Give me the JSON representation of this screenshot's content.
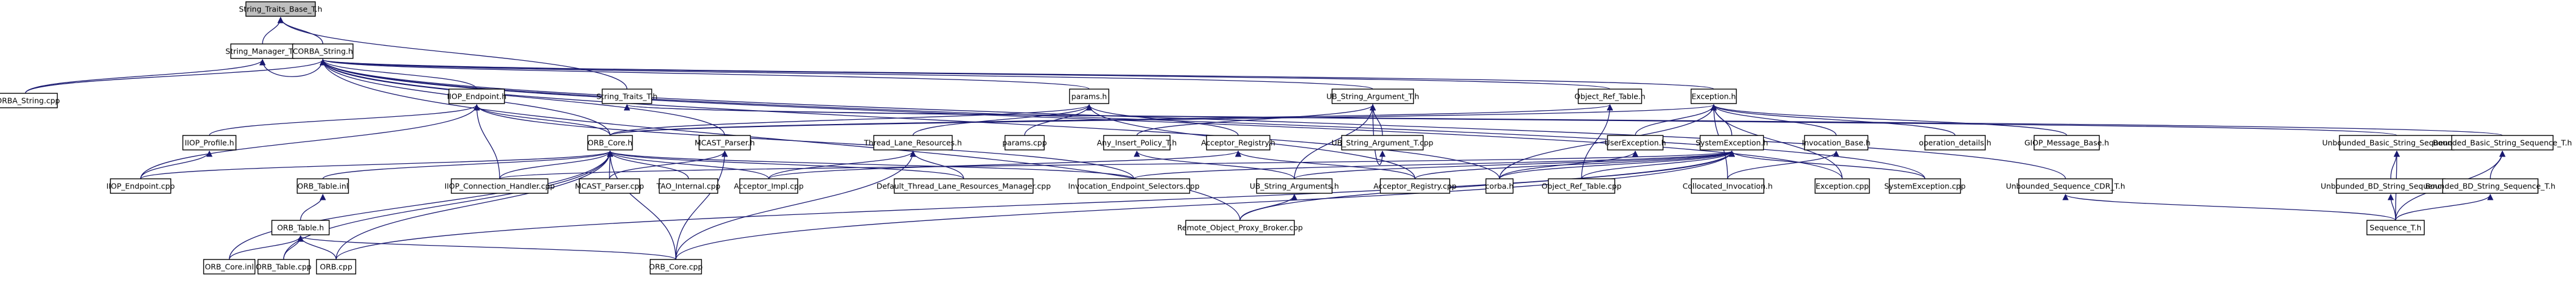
{
  "nodes": [
    {
      "id": "n0",
      "label": "String_Traits_Base_T.h",
      "style": "root"
    },
    {
      "id": "n1",
      "label": "String_Manager_T.h",
      "style": "normal"
    },
    {
      "id": "n2",
      "label": "CORBA_String.h",
      "style": "normal"
    },
    {
      "id": "n3",
      "label": "String_Traits_T.h",
      "style": "normal"
    },
    {
      "id": "n4",
      "label": "CORBA_String.cpp",
      "style": "normal"
    },
    {
      "id": "n5",
      "label": "IIOP_Endpoint.h",
      "style": "normal"
    },
    {
      "id": "n6",
      "label": "params.h",
      "style": "normal"
    },
    {
      "id": "n7",
      "label": "UB_String_Argument_T.h",
      "style": "normal"
    },
    {
      "id": "n8",
      "label": "Object_Ref_Table.h",
      "style": "normal"
    },
    {
      "id": "n9",
      "label": "Exception.h",
      "style": "normal"
    },
    {
      "id": "n10",
      "label": "Unbounded_Basic_String_Sequence_T.h",
      "style": "normal"
    },
    {
      "id": "n11",
      "label": "Bounded_Basic_String_Sequence_T.h",
      "style": "normal"
    },
    {
      "id": "n12",
      "label": "IIOP_Profile.h",
      "style": "red"
    },
    {
      "id": "n13",
      "label": "ORB_Core.h",
      "style": "red"
    },
    {
      "id": "n14",
      "label": "MCAST_Parser.h",
      "style": "normal"
    },
    {
      "id": "n15",
      "label": "Thread_Lane_Resources.h",
      "style": "red"
    },
    {
      "id": "n16",
      "label": "params.cpp",
      "style": "normal"
    },
    {
      "id": "n17",
      "label": "Any_Insert_Policy_T.h",
      "style": "red"
    },
    {
      "id": "n18",
      "label": "Acceptor_Registry.h",
      "style": "red"
    },
    {
      "id": "n19",
      "label": "UB_String_Argument_T.cpp",
      "style": "normal"
    },
    {
      "id": "n20",
      "label": "UserException.h",
      "style": "red"
    },
    {
      "id": "n21",
      "label": "SystemException.h",
      "style": "red"
    },
    {
      "id": "n22",
      "label": "Invocation_Base.h",
      "style": "red"
    },
    {
      "id": "n23",
      "label": "operation_details.h",
      "style": "red"
    },
    {
      "id": "n24",
      "label": "GIOP_Message_Base.h",
      "style": "red"
    },
    {
      "id": "n25",
      "label": "IIOP_Endpoint.cpp",
      "style": "normal"
    },
    {
      "id": "n26",
      "label": "ORB_Table.inl",
      "style": "normal"
    },
    {
      "id": "n27",
      "label": "IIOP_Connection_Handler.cpp",
      "style": "normal"
    },
    {
      "id": "n28",
      "label": "MCAST_Parser.cpp",
      "style": "normal"
    },
    {
      "id": "n29",
      "label": "TAO_Internal.cpp",
      "style": "normal"
    },
    {
      "id": "n30",
      "label": "Acceptor_Impl.cpp",
      "style": "red"
    },
    {
      "id": "n31",
      "label": "Default_Thread_Lane_Resources_Manager.cpp",
      "style": "normal"
    },
    {
      "id": "n32",
      "label": "Invocation_Endpoint_Selectors.cpp",
      "style": "normal"
    },
    {
      "id": "n33",
      "label": "UB_String_Arguments.h",
      "style": "red"
    },
    {
      "id": "n34",
      "label": "Acceptor_Registry.cpp",
      "style": "normal"
    },
    {
      "id": "n35",
      "label": "corba.h",
      "style": "normal"
    },
    {
      "id": "n36",
      "label": "Object_Ref_Table.cpp",
      "style": "normal"
    },
    {
      "id": "n37",
      "label": "Collocated_Invocation.h",
      "style": "red"
    },
    {
      "id": "n38",
      "label": "Exception.cpp",
      "style": "normal"
    },
    {
      "id": "n39",
      "label": "SystemException.cpp",
      "style": "normal"
    },
    {
      "id": "n40",
      "label": "Unbounded_Sequence_CDR_T.h",
      "style": "normal"
    },
    {
      "id": "n41",
      "label": "Unbounded_BD_String_Sequence_T.h",
      "style": "normal"
    },
    {
      "id": "n42",
      "label": "Bounded_BD_String_Sequence_T.h",
      "style": "normal"
    },
    {
      "id": "n43",
      "label": "ORB_Table.h",
      "style": "normal"
    },
    {
      "id": "n44",
      "label": "Remote_Object_Proxy_Broker.cpp",
      "style": "normal"
    },
    {
      "id": "n45",
      "label": "Sequence_T.h",
      "style": "red"
    },
    {
      "id": "n46",
      "label": "ORB_Core.inl",
      "style": "normal"
    },
    {
      "id": "n47",
      "label": "ORB_Table.cpp",
      "style": "normal"
    },
    {
      "id": "n48",
      "label": "ORB.cpp",
      "style": "normal"
    },
    {
      "id": "n49",
      "label": "ORB_Core.cpp",
      "style": "normal"
    }
  ],
  "edges": [
    [
      "n1",
      "n0"
    ],
    [
      "n2",
      "n0"
    ],
    [
      "n3",
      "n0"
    ],
    [
      "n4",
      "n1"
    ],
    [
      "n2",
      "n1"
    ],
    [
      "n4",
      "n2"
    ],
    [
      "n5",
      "n2"
    ],
    [
      "n6",
      "n2"
    ],
    [
      "n7",
      "n2"
    ],
    [
      "n8",
      "n2"
    ],
    [
      "n9",
      "n2"
    ],
    [
      "n13",
      "n2"
    ],
    [
      "n14",
      "n2"
    ],
    [
      "n35",
      "n2"
    ],
    [
      "n44",
      "n2"
    ],
    [
      "n40",
      "n2"
    ],
    [
      "n39",
      "n2"
    ],
    [
      "n38",
      "n2"
    ],
    [
      "n10",
      "n3"
    ],
    [
      "n11",
      "n3"
    ],
    [
      "n12",
      "n5"
    ],
    [
      "n13",
      "n5"
    ],
    [
      "n25",
      "n5"
    ],
    [
      "n27",
      "n5"
    ],
    [
      "n32",
      "n5"
    ],
    [
      "n25",
      "n12"
    ],
    [
      "n13",
      "n6"
    ],
    [
      "n15",
      "n6"
    ],
    [
      "n16",
      "n6"
    ],
    [
      "n18",
      "n6"
    ],
    [
      "n34",
      "n6"
    ],
    [
      "n17",
      "n7"
    ],
    [
      "n19",
      "n7"
    ],
    [
      "n33",
      "n7"
    ],
    [
      "n7",
      "n19"
    ],
    [
      "n13",
      "n8"
    ],
    [
      "n36",
      "n8"
    ],
    [
      "n20",
      "n9"
    ],
    [
      "n21",
      "n9"
    ],
    [
      "n22",
      "n9"
    ],
    [
      "n23",
      "n9"
    ],
    [
      "n24",
      "n9"
    ],
    [
      "n37",
      "n9"
    ],
    [
      "n38",
      "n9"
    ],
    [
      "n35",
      "n9"
    ],
    [
      "n13",
      "n9"
    ],
    [
      "n26",
      "n13"
    ],
    [
      "n27",
      "n13"
    ],
    [
      "n28",
      "n13"
    ],
    [
      "n29",
      "n13"
    ],
    [
      "n30",
      "n13"
    ],
    [
      "n31",
      "n13"
    ],
    [
      "n32",
      "n13"
    ],
    [
      "n46",
      "n13"
    ],
    [
      "n47",
      "n13"
    ],
    [
      "n48",
      "n13"
    ],
    [
      "n49",
      "n13"
    ],
    [
      "n25",
      "n13"
    ],
    [
      "n28",
      "n14"
    ],
    [
      "n49",
      "n14"
    ],
    [
      "n30",
      "n15"
    ],
    [
      "n31",
      "n15"
    ],
    [
      "n49",
      "n15"
    ],
    [
      "n33",
      "n17"
    ],
    [
      "n30",
      "n18"
    ],
    [
      "n34",
      "n18"
    ],
    [
      "n35",
      "n20"
    ],
    [
      "n35",
      "n21"
    ],
    [
      "n36",
      "n21"
    ],
    [
      "n39",
      "n21"
    ],
    [
      "n44",
      "n21"
    ],
    [
      "n48",
      "n21"
    ],
    [
      "n49",
      "n21"
    ],
    [
      "n32",
      "n21"
    ],
    [
      "n34",
      "n21"
    ],
    [
      "n33",
      "n21"
    ],
    [
      "n27",
      "n21"
    ],
    [
      "n37",
      "n22"
    ],
    [
      "n44",
      "n33"
    ],
    [
      "n41",
      "n10"
    ],
    [
      "n45",
      "n10"
    ],
    [
      "n42",
      "n11"
    ],
    [
      "n45",
      "n11"
    ],
    [
      "n45",
      "n40"
    ],
    [
      "n45",
      "n41"
    ],
    [
      "n45",
      "n42"
    ],
    [
      "n43",
      "n26"
    ],
    [
      "n46",
      "n43"
    ],
    [
      "n47",
      "n43"
    ],
    [
      "n48",
      "n43"
    ],
    [
      "n49",
      "n43"
    ]
  ],
  "colors": {
    "edge": "#191970",
    "root_fill": "#bfbfbf",
    "red_border": "#ff0000",
    "black_border": "#000000",
    "node_fill": "#ffffff"
  }
}
